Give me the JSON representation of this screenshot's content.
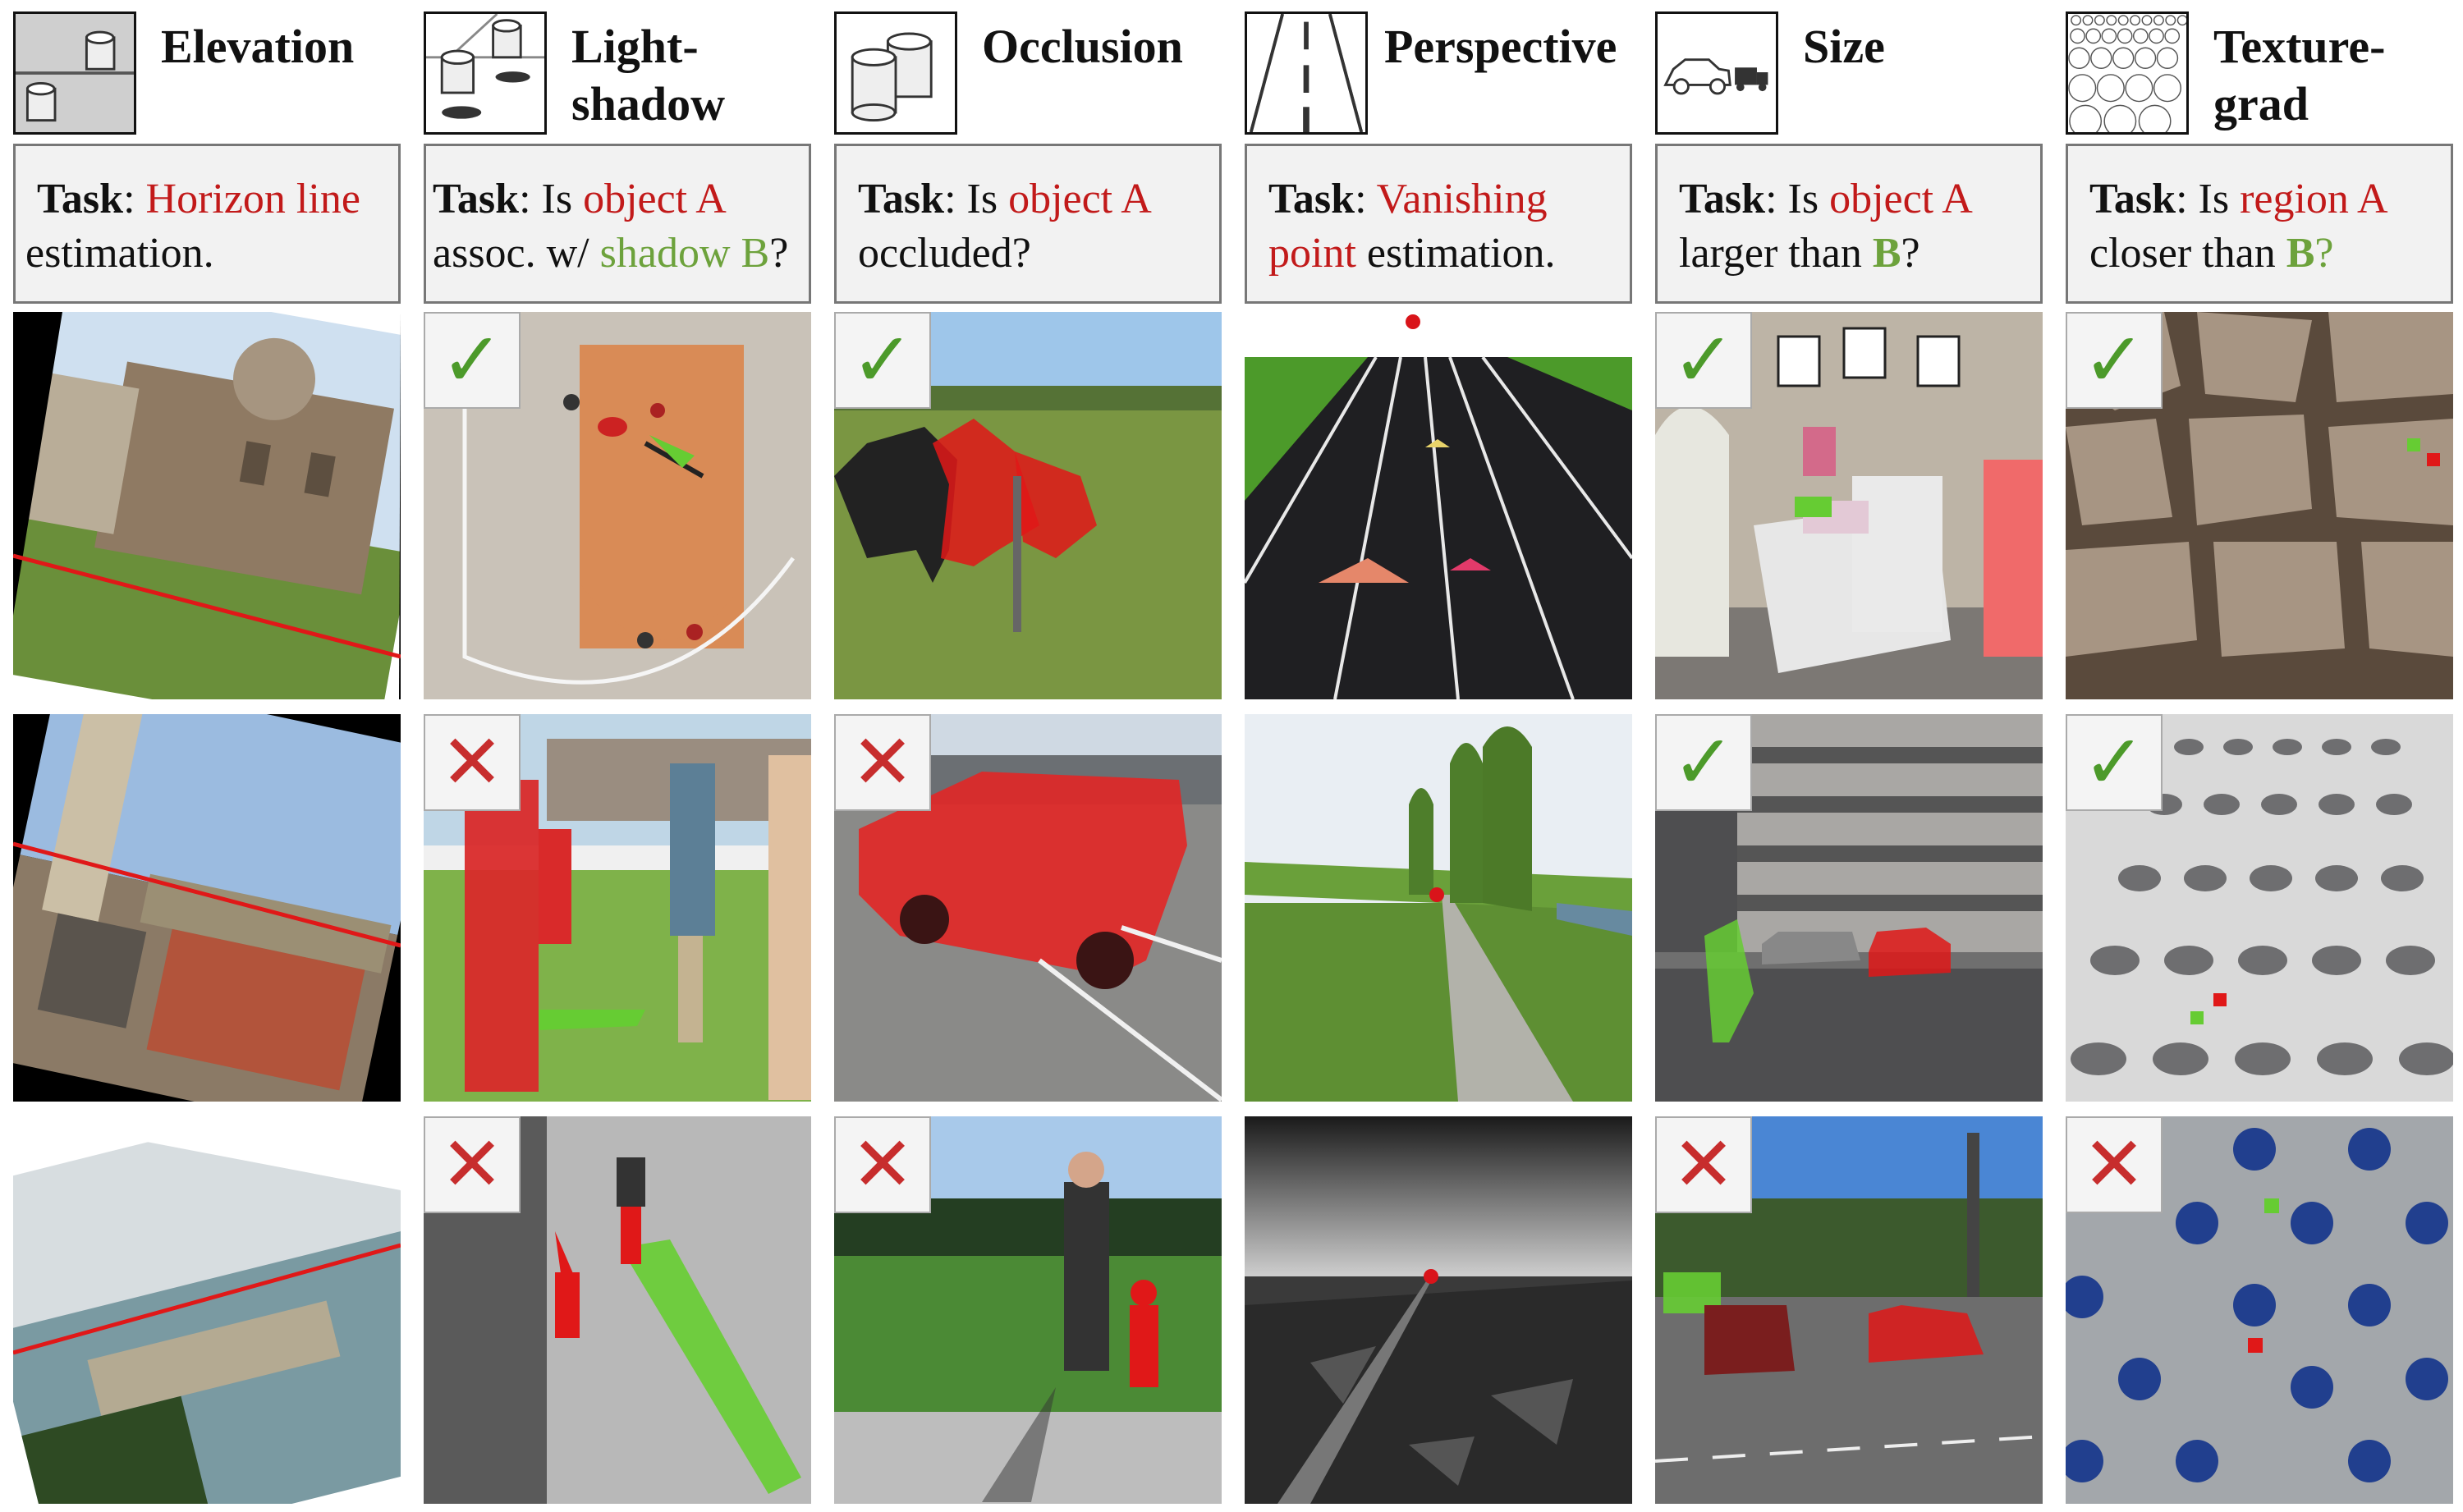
{
  "columns": [
    {
      "key": "elevation",
      "title": "Elevation",
      "task_prefix": "Task",
      "task_parts": [
        ": ",
        "Horizon line",
        " estimation."
      ]
    },
    {
      "key": "light_shadow",
      "title": "Light-\nshadow",
      "task_prefix": "Task",
      "task_parts": [
        ": Is ",
        "object A",
        "assoc. w/ ",
        "shadow B",
        "?"
      ]
    },
    {
      "key": "occlusion",
      "title": "Occlusion",
      "task_prefix": "Task",
      "task_parts": [
        ": Is ",
        "object A",
        "occluded?"
      ]
    },
    {
      "key": "perspective",
      "title": "Perspective",
      "task_prefix": "Task",
      "task_parts": [
        ": ",
        "Vanishing",
        "point",
        " estimation."
      ]
    },
    {
      "key": "size",
      "title": "Size",
      "task_prefix": "Task",
      "task_parts": [
        ": Is ",
        "object A",
        "larger than ",
        "B",
        "?"
      ]
    },
    {
      "key": "texture",
      "title": "Texture-\ngrad",
      "task_prefix": "Task",
      "task_parts": [
        ": Is ",
        "region A",
        "closer than ",
        "B",
        "?"
      ]
    }
  ],
  "badges": {
    "check": "✓",
    "cross": "✕",
    "light_shadow": [
      "check",
      "cross",
      "cross"
    ],
    "occlusion": [
      "check",
      "cross",
      "cross"
    ],
    "size": [
      "check",
      "check",
      "cross"
    ],
    "texture": [
      "check",
      "check",
      "cross"
    ]
  },
  "colors": {
    "annotation_red": "#d9141a",
    "annotation_green": "#66cc33",
    "check_green": "#4c9a2a",
    "cross_red": "#c72d2d"
  }
}
